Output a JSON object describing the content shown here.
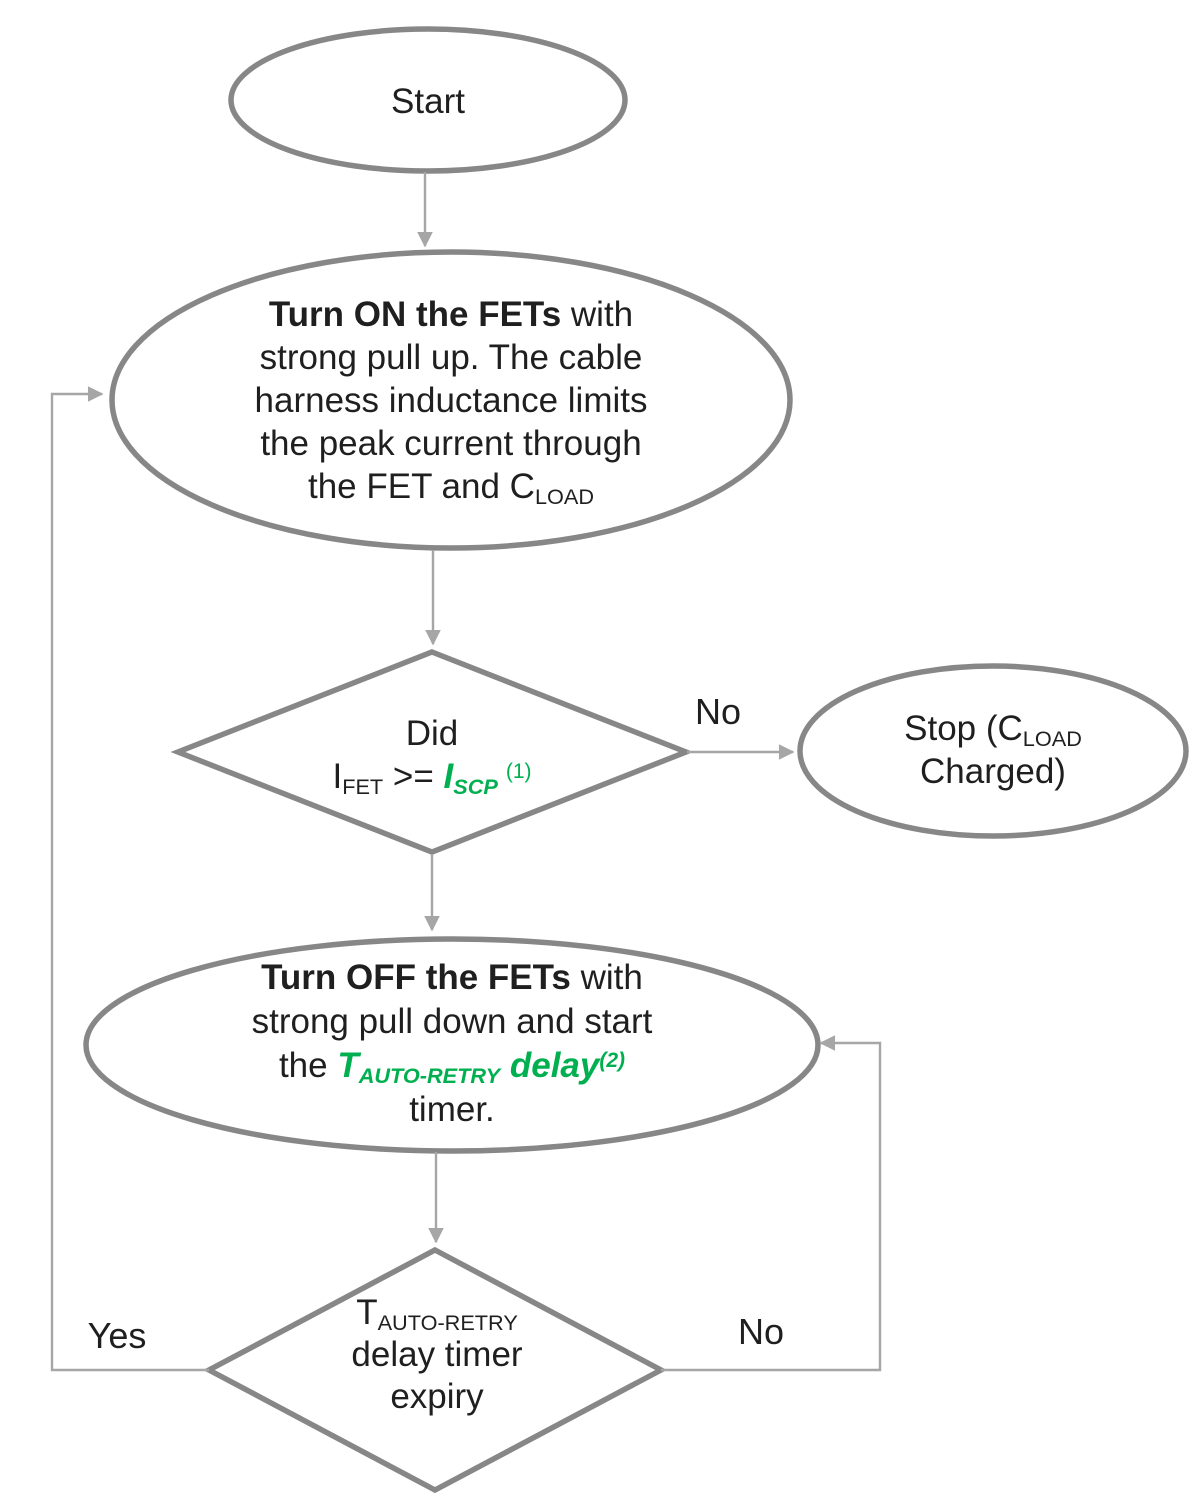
{
  "flow": {
    "start": {
      "label": "Start"
    },
    "turn_on": {
      "bold": "Turn ON the FETs",
      "after_bold": " with",
      "line2": "strong pull up. The cable",
      "line3": "harness inductance limits",
      "line4": "the peak current through",
      "line5_pre": "the FET and C",
      "line5_sub": "LOAD"
    },
    "decision_scp": {
      "line1": "Did",
      "i_pre": "I",
      "i_sub": "FET",
      "operator": " >= ",
      "iscp_pre": "I",
      "iscp_sub": "SCP",
      "footnote": "(1)"
    },
    "stop": {
      "line1_pre": "Stop (C",
      "line1_sub": "LOAD",
      "line2": "Charged)"
    },
    "turn_off": {
      "bold": "Turn OFF the FETs",
      "after_bold": " with",
      "line2": "strong pull down and start",
      "line3_pre": "the ",
      "t_pre": "T",
      "t_sub": "AUTO-RETRY",
      "delay": " delay",
      "delay_sup": "(2)",
      "line4": "timer."
    },
    "decision_retry": {
      "t_pre": "T",
      "t_sub": "AUTO-RETRY",
      "line2": "delay timer",
      "line3": "expiry"
    },
    "labels": {
      "no_top": "No",
      "yes": "Yes",
      "no_bottom": "No"
    }
  },
  "colors": {
    "shape_stroke": "#878787",
    "connector": "#a6a6a6",
    "text": "#1f1f1f",
    "accent_green": "#00b050",
    "background": "#ffffff"
  }
}
